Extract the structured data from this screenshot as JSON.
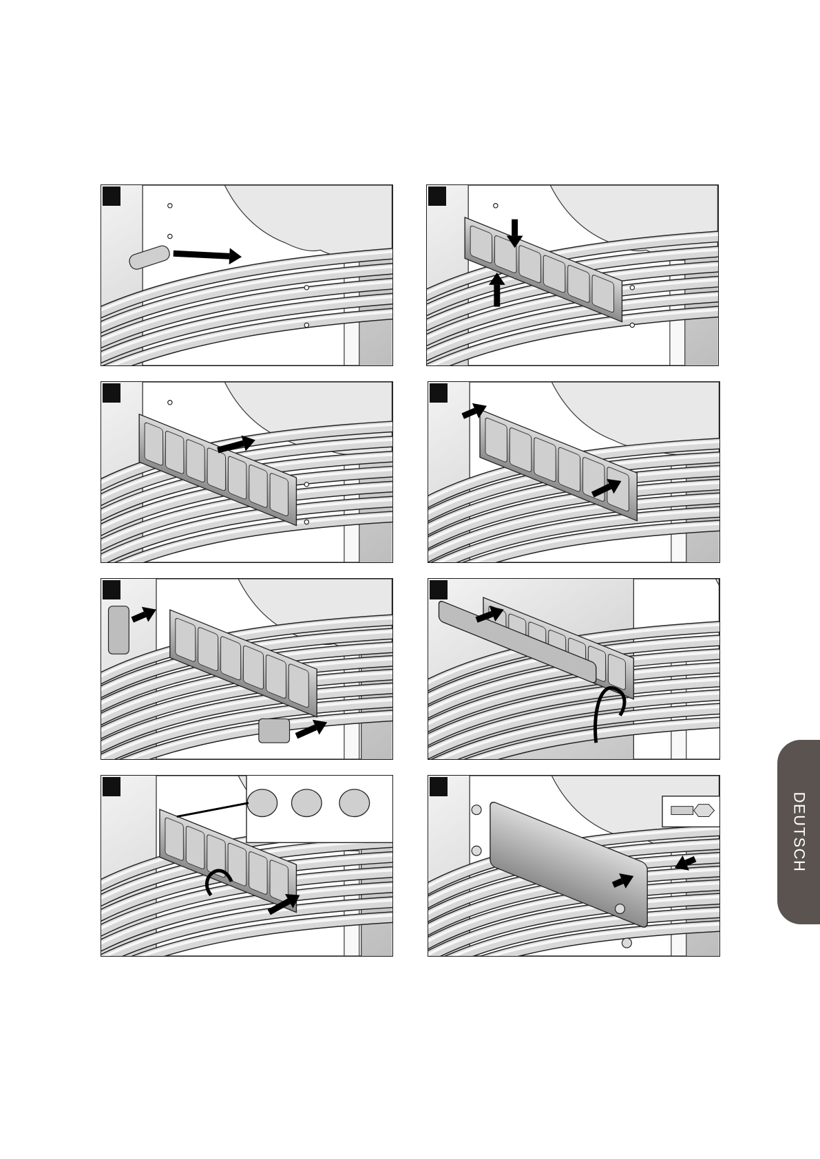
{
  "page": {
    "language_tab": "DEUTSCH"
  },
  "figures": [
    {
      "id": "step-1",
      "variant": "wall-opening"
    },
    {
      "id": "step-2",
      "variant": "frame-top-pieces"
    },
    {
      "id": "step-3",
      "variant": "frame-with-modules"
    },
    {
      "id": "step-4",
      "variant": "frame-side-parts"
    },
    {
      "id": "step-5",
      "variant": "frame-push-modules"
    },
    {
      "id": "step-6",
      "variant": "frame-clamp-bar"
    },
    {
      "id": "step-7",
      "variant": "module-detail-inset"
    },
    {
      "id": "step-8",
      "variant": "screw-fastening-inset"
    }
  ],
  "colors": {
    "marker": "#111111",
    "tab_background": "#5a5350",
    "tab_text": "#ffffff",
    "wall": "#ffffff",
    "background": "#e6e6e6",
    "cable_light": "#dcdcdc",
    "cable_dark": "#7a7a7a"
  }
}
